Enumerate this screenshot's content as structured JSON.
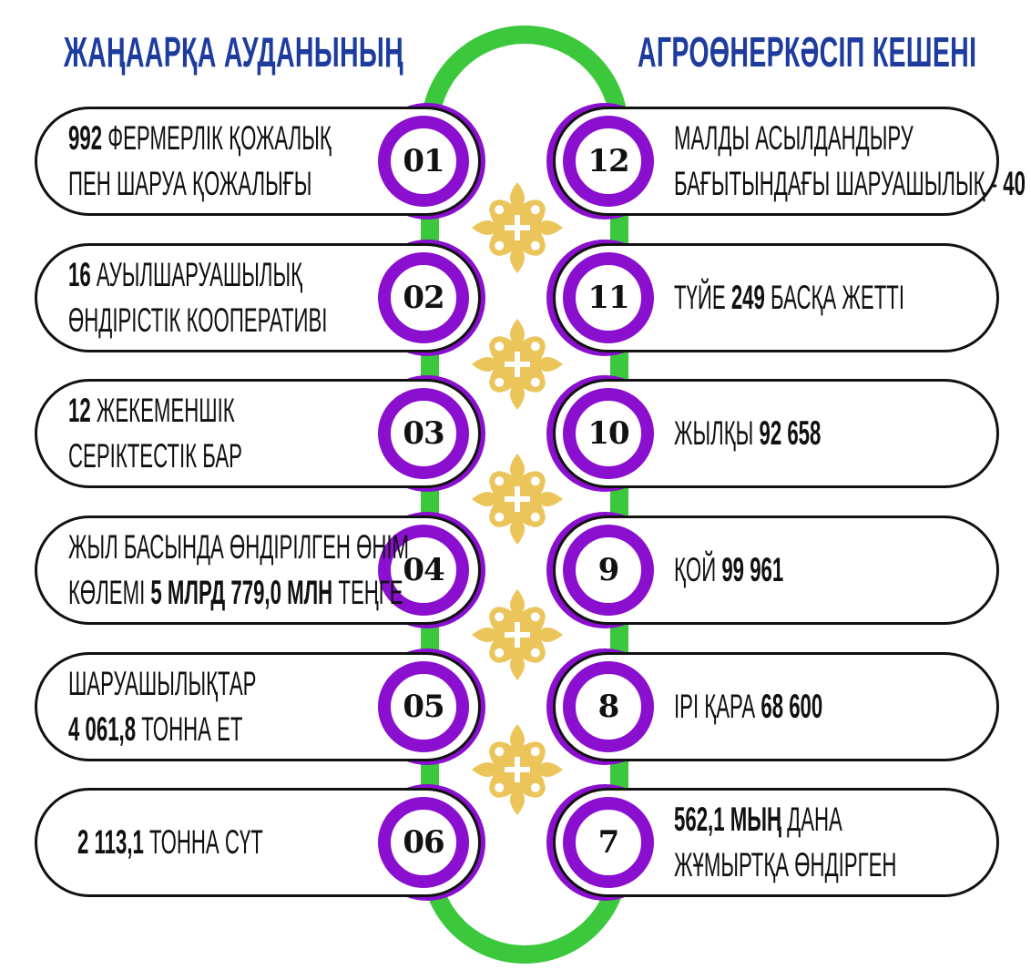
{
  "header": {
    "left_title": "ЖАҢААРҚА АУДАНЫНЫҢ",
    "right_title": "АГРОӨНЕРКӘСІП КЕШЕНІ"
  },
  "colors": {
    "title": "#1d3c9e",
    "ring": "#8a0fcf",
    "track": "#3cc83c",
    "ornament": "#ecc55a"
  },
  "left_items": [
    {
      "number": "01",
      "lines": [
        [
          {
            "t": "992 ",
            "b": true
          },
          {
            "t": "ФЕРМЕРЛІК ҚОЖАЛЫҚ",
            "b": false
          }
        ],
        [
          {
            "t": "ПЕН ШАРУА ҚОЖАЛЫҒЫ",
            "b": false
          }
        ]
      ]
    },
    {
      "number": "02",
      "lines": [
        [
          {
            "t": "16 ",
            "b": true
          },
          {
            "t": "АУЫЛШАРУАШЫЛЫҚ",
            "b": false
          }
        ],
        [
          {
            "t": "ӨНДІРІСТІК КООПЕРАТИВІ",
            "b": false
          }
        ]
      ]
    },
    {
      "number": "03",
      "lines": [
        [
          {
            "t": "12 ",
            "b": true
          },
          {
            "t": "ЖЕКЕМЕНШІК",
            "b": false
          }
        ],
        [
          {
            "t": "СЕРІКТЕСТІК БАР",
            "b": false
          }
        ]
      ]
    },
    {
      "number": "04",
      "lines": [
        [
          {
            "t": "ЖЫЛ БАСЫНДА ӨНДІРІЛГЕН ӨНІМ",
            "b": false
          }
        ],
        [
          {
            "t": "КӨЛЕМІ ",
            "b": false
          },
          {
            "t": "5 МЛРД 779,0 МЛН ",
            "b": true
          },
          {
            "t": "ТЕҢГЕ",
            "b": false
          }
        ]
      ]
    },
    {
      "number": "05",
      "lines": [
        [
          {
            "t": "ШАРУАШЫЛЫҚТАР",
            "b": false
          }
        ],
        [
          {
            "t": "4 061,8 ",
            "b": true
          },
          {
            "t": "ТОННА ЕТ",
            "b": false
          }
        ]
      ]
    },
    {
      "number": "06",
      "lines": [
        [
          {
            "t": "2 113,1 ",
            "b": true
          },
          {
            "t": "ТОННА СҮТ",
            "b": false
          }
        ]
      ]
    }
  ],
  "right_items": [
    {
      "number": "12",
      "lines": [
        [
          {
            "t": "МАЛДЫ АСЫЛДАНДЫРУ",
            "b": false
          }
        ],
        [
          {
            "t": "БАҒЫТЫНДАҒЫ ШАРУАШЫЛЫҚ - ",
            "b": false
          },
          {
            "t": "40",
            "b": true
          }
        ]
      ]
    },
    {
      "number": "11",
      "lines": [
        [
          {
            "t": "ТҮЙЕ ",
            "b": false
          },
          {
            "t": "249 ",
            "b": true
          },
          {
            "t": "БАСҚА ЖЕТТІ",
            "b": false
          }
        ]
      ]
    },
    {
      "number": "10",
      "lines": [
        [
          {
            "t": "ЖЫЛҚЫ ",
            "b": false
          },
          {
            "t": "92 658",
            "b": true
          }
        ]
      ]
    },
    {
      "number": "9",
      "lines": [
        [
          {
            "t": "ҚОЙ ",
            "b": false
          },
          {
            "t": "99 961",
            "b": true
          }
        ]
      ]
    },
    {
      "number": "8",
      "lines": [
        [
          {
            "t": "ІРІ ҚАРА ",
            "b": false
          },
          {
            "t": "68 600",
            "b": true
          }
        ]
      ]
    },
    {
      "number": "7",
      "lines": [
        [
          {
            "t": "562,1 МЫҢ ",
            "b": true
          },
          {
            "t": "ДАНА",
            "b": false
          }
        ],
        [
          {
            "t": "ЖҰМЫРТҚА ӨНДІРГЕН",
            "b": false
          }
        ]
      ]
    }
  ]
}
